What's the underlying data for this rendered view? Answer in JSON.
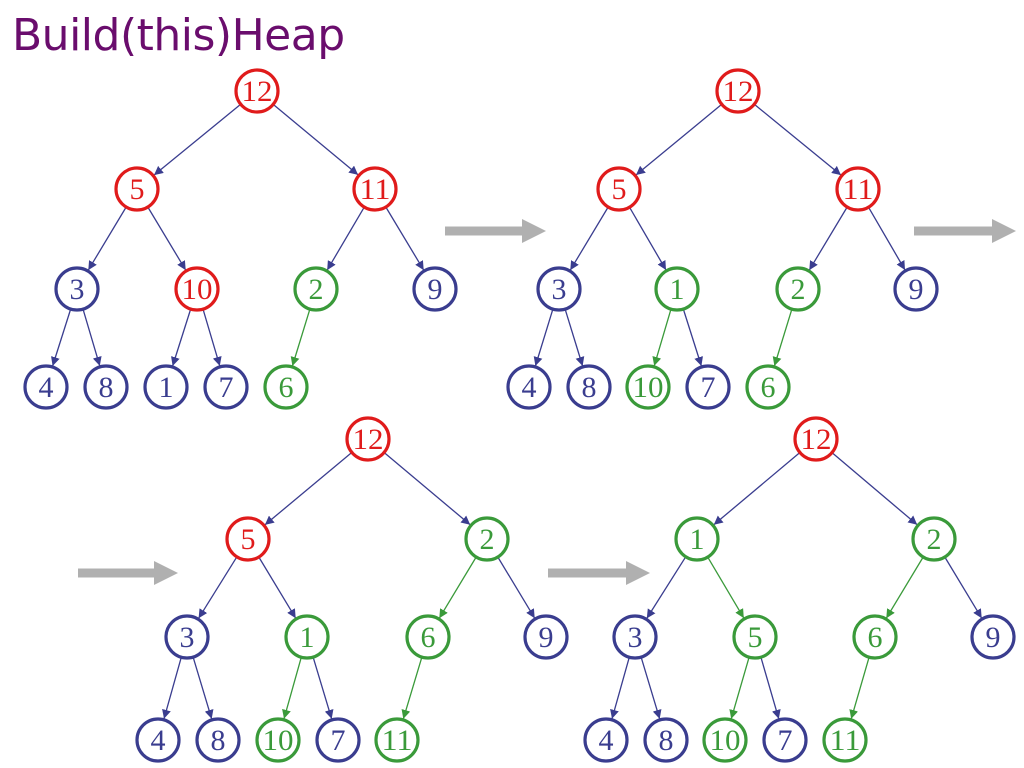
{
  "title": "Build(this)Heap",
  "colors": {
    "title": "#6a0d6d",
    "red": "#e01b1b",
    "blue": "#3a3d8f",
    "green": "#3a9a3a",
    "arrow": "#b0b0b0"
  },
  "stages": [
    {
      "name": "stage-1",
      "nodes": [
        {
          "value": "12",
          "color": "red"
        },
        {
          "value": "5",
          "color": "red"
        },
        {
          "value": "11",
          "color": "red"
        },
        {
          "value": "3",
          "color": "blue"
        },
        {
          "value": "10",
          "color": "red"
        },
        {
          "value": "2",
          "color": "green"
        },
        {
          "value": "9",
          "color": "blue"
        },
        {
          "value": "4",
          "color": "blue"
        },
        {
          "value": "8",
          "color": "blue"
        },
        {
          "value": "1",
          "color": "blue"
        },
        {
          "value": "7",
          "color": "blue"
        },
        {
          "value": "6",
          "color": "green"
        }
      ],
      "edges": [
        {
          "from": 0,
          "to": 1,
          "color": "blue"
        },
        {
          "from": 0,
          "to": 2,
          "color": "blue"
        },
        {
          "from": 1,
          "to": 3,
          "color": "blue"
        },
        {
          "from": 1,
          "to": 4,
          "color": "blue"
        },
        {
          "from": 2,
          "to": 5,
          "color": "blue"
        },
        {
          "from": 2,
          "to": 6,
          "color": "blue"
        },
        {
          "from": 3,
          "to": 7,
          "color": "blue"
        },
        {
          "from": 3,
          "to": 8,
          "color": "blue"
        },
        {
          "from": 4,
          "to": 9,
          "color": "blue"
        },
        {
          "from": 4,
          "to": 10,
          "color": "blue"
        },
        {
          "from": 5,
          "to": 11,
          "color": "green"
        }
      ]
    },
    {
      "name": "stage-2",
      "nodes": [
        {
          "value": "12",
          "color": "red"
        },
        {
          "value": "5",
          "color": "red"
        },
        {
          "value": "11",
          "color": "red"
        },
        {
          "value": "3",
          "color": "blue"
        },
        {
          "value": "1",
          "color": "green"
        },
        {
          "value": "2",
          "color": "green"
        },
        {
          "value": "9",
          "color": "blue"
        },
        {
          "value": "4",
          "color": "blue"
        },
        {
          "value": "8",
          "color": "blue"
        },
        {
          "value": "10",
          "color": "green"
        },
        {
          "value": "7",
          "color": "blue"
        },
        {
          "value": "6",
          "color": "green"
        }
      ],
      "edges": [
        {
          "from": 0,
          "to": 1,
          "color": "blue"
        },
        {
          "from": 0,
          "to": 2,
          "color": "blue"
        },
        {
          "from": 1,
          "to": 3,
          "color": "blue"
        },
        {
          "from": 1,
          "to": 4,
          "color": "blue"
        },
        {
          "from": 2,
          "to": 5,
          "color": "blue"
        },
        {
          "from": 2,
          "to": 6,
          "color": "blue"
        },
        {
          "from": 3,
          "to": 7,
          "color": "blue"
        },
        {
          "from": 3,
          "to": 8,
          "color": "blue"
        },
        {
          "from": 4,
          "to": 9,
          "color": "green"
        },
        {
          "from": 4,
          "to": 10,
          "color": "blue"
        },
        {
          "from": 5,
          "to": 11,
          "color": "green"
        }
      ]
    },
    {
      "name": "stage-3",
      "nodes": [
        {
          "value": "12",
          "color": "red"
        },
        {
          "value": "5",
          "color": "red"
        },
        {
          "value": "2",
          "color": "green"
        },
        {
          "value": "3",
          "color": "blue"
        },
        {
          "value": "1",
          "color": "green"
        },
        {
          "value": "6",
          "color": "green"
        },
        {
          "value": "9",
          "color": "blue"
        },
        {
          "value": "4",
          "color": "blue"
        },
        {
          "value": "8",
          "color": "blue"
        },
        {
          "value": "10",
          "color": "green"
        },
        {
          "value": "7",
          "color": "blue"
        },
        {
          "value": "11",
          "color": "green"
        }
      ],
      "edges": [
        {
          "from": 0,
          "to": 1,
          "color": "blue"
        },
        {
          "from": 0,
          "to": 2,
          "color": "blue"
        },
        {
          "from": 1,
          "to": 3,
          "color": "blue"
        },
        {
          "from": 1,
          "to": 4,
          "color": "blue"
        },
        {
          "from": 2,
          "to": 5,
          "color": "green"
        },
        {
          "from": 2,
          "to": 6,
          "color": "blue"
        },
        {
          "from": 3,
          "to": 7,
          "color": "blue"
        },
        {
          "from": 3,
          "to": 8,
          "color": "blue"
        },
        {
          "from": 4,
          "to": 9,
          "color": "green"
        },
        {
          "from": 4,
          "to": 10,
          "color": "blue"
        },
        {
          "from": 5,
          "to": 11,
          "color": "green"
        }
      ]
    },
    {
      "name": "stage-4",
      "nodes": [
        {
          "value": "12",
          "color": "red"
        },
        {
          "value": "1",
          "color": "green"
        },
        {
          "value": "2",
          "color": "green"
        },
        {
          "value": "3",
          "color": "blue"
        },
        {
          "value": "5",
          "color": "green"
        },
        {
          "value": "6",
          "color": "green"
        },
        {
          "value": "9",
          "color": "blue"
        },
        {
          "value": "4",
          "color": "blue"
        },
        {
          "value": "8",
          "color": "blue"
        },
        {
          "value": "10",
          "color": "green"
        },
        {
          "value": "7",
          "color": "blue"
        },
        {
          "value": "11",
          "color": "green"
        }
      ],
      "edges": [
        {
          "from": 0,
          "to": 1,
          "color": "blue"
        },
        {
          "from": 0,
          "to": 2,
          "color": "blue"
        },
        {
          "from": 1,
          "to": 3,
          "color": "blue"
        },
        {
          "from": 1,
          "to": 4,
          "color": "green"
        },
        {
          "from": 2,
          "to": 5,
          "color": "green"
        },
        {
          "from": 2,
          "to": 6,
          "color": "blue"
        },
        {
          "from": 3,
          "to": 7,
          "color": "blue"
        },
        {
          "from": 3,
          "to": 8,
          "color": "blue"
        },
        {
          "from": 4,
          "to": 9,
          "color": "green"
        },
        {
          "from": 4,
          "to": 10,
          "color": "blue"
        },
        {
          "from": 5,
          "to": 11,
          "color": "green"
        }
      ]
    }
  ]
}
